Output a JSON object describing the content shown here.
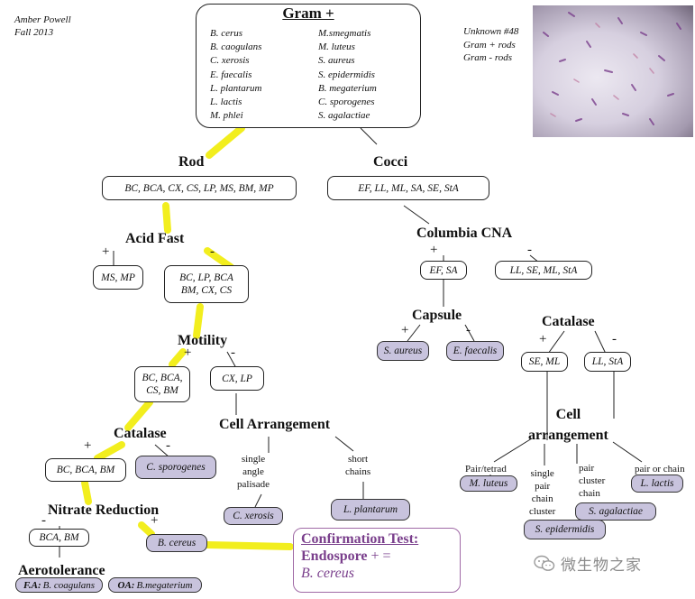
{
  "author": {
    "name": "Amber Powell",
    "term": "Fall 2013"
  },
  "unknown": {
    "id": "Unknown #48",
    "line1": "Gram + rods",
    "line2": "Gram - rods"
  },
  "gram": {
    "title": "Gram +",
    "col1": [
      "B. cerus",
      "B. caogulans",
      "C. xerosis",
      "E. faecalis",
      "L. plantarum",
      "L. lactis",
      "M. phlei"
    ],
    "col2": [
      "M.smegmatis",
      "M. luteus",
      "S. aureus",
      "S. epidermidis",
      "B. megaterium",
      "C. sporogenes",
      "S. agalactiae"
    ]
  },
  "rod": {
    "label": "Rod",
    "members": "BC, BCA, CX, CS, LP, MS, BM, MP"
  },
  "cocci": {
    "label": "Cocci",
    "members": "EF, LL, ML, SA, SE, StA"
  },
  "acid_fast": {
    "label": "Acid Fast",
    "plus": "+",
    "minus": "-",
    "pos": "MS, MP",
    "neg1": "BC, LP, BCA",
    "neg2": "BM, CX, CS"
  },
  "motility": {
    "label": "Motility",
    "plus": "+",
    "minus": "-",
    "pos1": "BC, BCA,",
    "pos2": "CS, BM",
    "neg": "CX, LP"
  },
  "catalase_left": {
    "label": "Catalase",
    "plus": "+",
    "minus": "-",
    "pos": "BC, BCA, BM",
    "neg": "C. sporogenes"
  },
  "cell_arr_left": {
    "label": "Cell Arrangement",
    "opt1a": "single",
    "opt1b": "angle",
    "opt1c": "palisade",
    "opt2a": "short",
    "opt2b": "chains",
    "res1": "C. xerosis",
    "res2": "L. plantarum"
  },
  "nitrate": {
    "label": "Nitrate Reduction",
    "minus": "-",
    "plus": "+",
    "neg": "BCA, BM",
    "pos": "B. cereus"
  },
  "aerotolerance": {
    "label": "Aerotolerance",
    "fa_tag": "F.A:",
    "fa": "B. coagulans",
    "oa_tag": "OA:",
    "oa": "B.megaterium"
  },
  "confirm": {
    "title": "Confirmation Test:",
    "test": "Endospore",
    "rest": "+ =",
    "result": "B. cereus"
  },
  "columbia": {
    "label": "Columbia CNA",
    "plus": "+",
    "minus": "-",
    "pos": "EF, SA",
    "neg": "LL, SE, ML, StA"
  },
  "capsule": {
    "label": "Capsule",
    "plus": "+",
    "minus": "-",
    "pos": "S. aureus",
    "neg": "E. faecalis"
  },
  "catalase_right": {
    "label": "Catalase",
    "plus": "+",
    "minus": "-",
    "pos": "SE, ML",
    "neg": "LL, StA"
  },
  "cell_arr_right": {
    "label1": "Cell",
    "label2": "arrangement",
    "opt1": "Pair/tetrad",
    "res1": "M. luteus",
    "opt2a": "single",
    "opt2b": "pair",
    "opt2c": "chain",
    "opt2d": "cluster",
    "res2": "S. epidermidis",
    "opt3a": "pair",
    "opt3b": "cluster",
    "opt3c": "chain",
    "res3": "S. agalactiae",
    "opt4": "pair or chain",
    "res4": "L. lactis"
  },
  "watermark": {
    "text": "微生物之家"
  },
  "colors": {
    "highlight": "#f2ee1e",
    "result_fill": "#c8c3dd",
    "confirm_title": "#7a3f8c",
    "confirm_border": "#a06aa6"
  }
}
